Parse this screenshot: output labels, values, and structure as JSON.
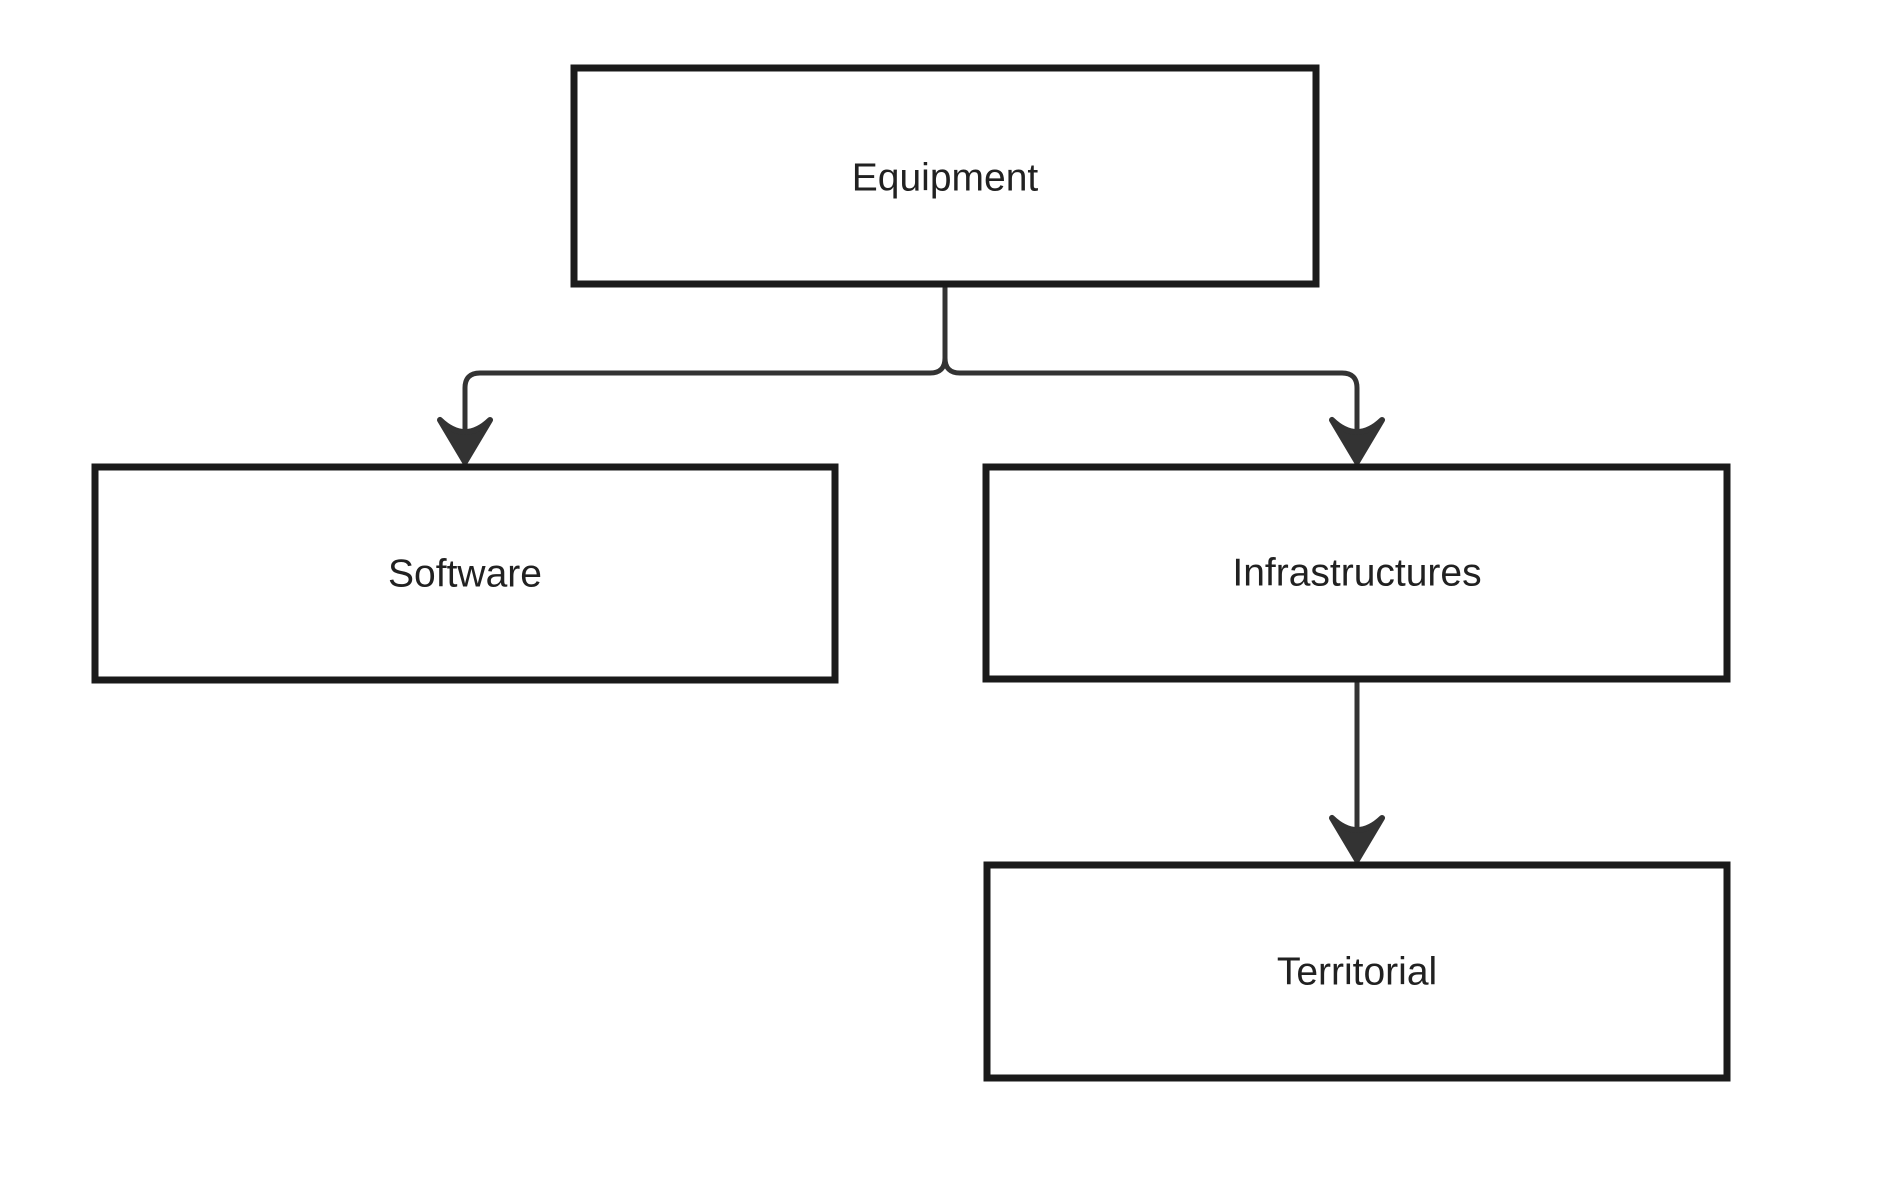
{
  "diagram": {
    "type": "flowchart",
    "direction": "top-down",
    "nodes": [
      {
        "id": "equipment",
        "label": "Equipment"
      },
      {
        "id": "software",
        "label": "Software"
      },
      {
        "id": "infrastructures",
        "label": "Infrastructures"
      },
      {
        "id": "territorial",
        "label": "Territorial"
      }
    ],
    "edges": [
      {
        "from": "Equipment",
        "to": "Software"
      },
      {
        "from": "Equipment",
        "to": "Infrastructures"
      },
      {
        "from": "Infrastructures",
        "to": "Territorial"
      }
    ],
    "colors": {
      "canvas_bg": "#ffffff",
      "node_fill": "#ffffff",
      "node_border": "#1a1a1a",
      "connector": "#333333",
      "text": "#212121"
    }
  }
}
